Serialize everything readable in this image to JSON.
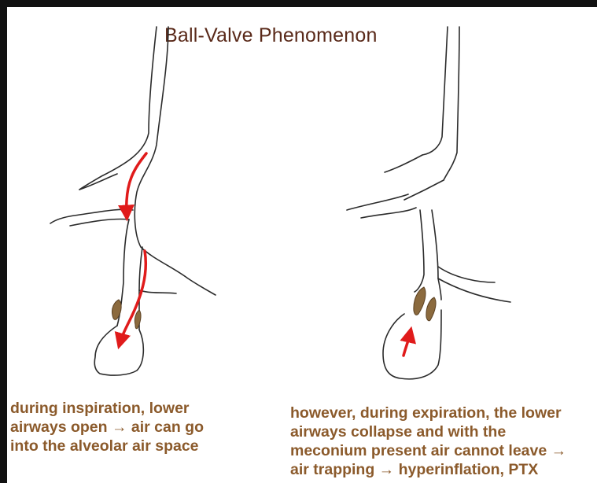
{
  "title": "Ball-Valve Phenomenon",
  "captions": {
    "left": [
      "during inspiration, lower",
      "airways open → air can go",
      "into the alveolar air space"
    ],
    "right": [
      "however, during expiration, the lower",
      "airways collapse and with the",
      "meconium present air cannot leave →",
      "air trapping → hyperinflation, PTX"
    ]
  },
  "colors": {
    "airway_outline": "#2b2b2b",
    "airflow_arrow": "#e01b1b",
    "meconium": "#8b6a3e",
    "caption_text": "#8b5a2b",
    "title_text": "#5a2a1a",
    "frame": "#111111"
  }
}
